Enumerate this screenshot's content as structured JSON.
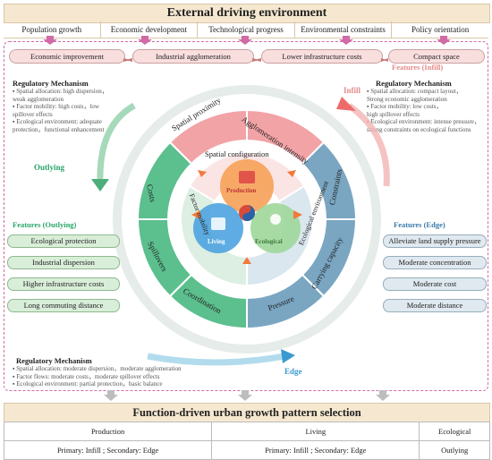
{
  "header": {
    "title": "External driving environment"
  },
  "drivers": [
    "Population growth",
    "Economic development",
    "Technological progress",
    "Environmental constraints",
    "Policy orientation"
  ],
  "top_factors": [
    "Economic improvement",
    "Industrial agglomeration",
    "Lower infrastructure costs",
    "Compact space"
  ],
  "infill": {
    "features_title": "Features (Infill)",
    "arrow_label": "Infill",
    "mechanism_title": "Regulatory Mechanism",
    "mechanism_lines": [
      "▪ Spatial allocation: compact layout，",
      "  Strong economic agglomeration",
      "▪ Factor mobility: low costs，",
      "  high spillover effects",
      "▪ Ecological environment: intense pressure，",
      "  strong constraints on ecological functions"
    ]
  },
  "outlying": {
    "arrow_label": "Outlying",
    "mechanism_title": "Regulatory Mechanism",
    "mechanism_lines": [
      "▪ Spatial allocation: high dispersion，",
      "  weak agglomeration",
      "▪ Factor mobility: high costs，low",
      "  spillover effects",
      "▪ Ecological environment: adequate",
      "  protection，functional enhancement"
    ],
    "features_title": "Features (Outlying)",
    "features": [
      "Ecological protection",
      "Industrial dispersion",
      "Higher infrastructure costs",
      "Long commuting distance"
    ]
  },
  "edge": {
    "features_title": "Features (Edge)",
    "features": [
      "Alleviate land supply pressure",
      "Moderate concentration",
      "Moderate cost",
      "Moderate distance"
    ],
    "arrow_label": "Edge",
    "mechanism_title": "Regulatory Mechanism",
    "mechanism_lines": [
      "▪ Spatial allocation: moderate  dispersion，moderate agglomeration",
      "▪ Factor flows: moderate costs，moderate spillover effects",
      "▪ Ecological environment: partial protection，basic balance"
    ]
  },
  "wheel": {
    "outer_segments": [
      "Spatial proximity",
      "Agglomeration intensity",
      "Constraints",
      "Carrying capacity",
      "Pressure",
      "Coordination",
      "Spillovers",
      "Costs"
    ],
    "middle_labels": [
      "Spatial configuration",
      "Ecological environment",
      "Factor mobility"
    ],
    "core": [
      "Production",
      "Living",
      "Ecological"
    ],
    "colors": {
      "red": "#f2a3a6",
      "blue": "#7aa6c2",
      "green": "#5cbf8e",
      "orange": "#f6a35a"
    }
  },
  "selection": {
    "title": "Function-driven urban growth pattern selection",
    "columns": [
      "Production",
      "Living",
      "Ecological"
    ],
    "values": [
      "Primary: Infill ; Secondary: Edge",
      "Primary: Infill ; Secondary: Edge",
      "Outlying"
    ]
  }
}
